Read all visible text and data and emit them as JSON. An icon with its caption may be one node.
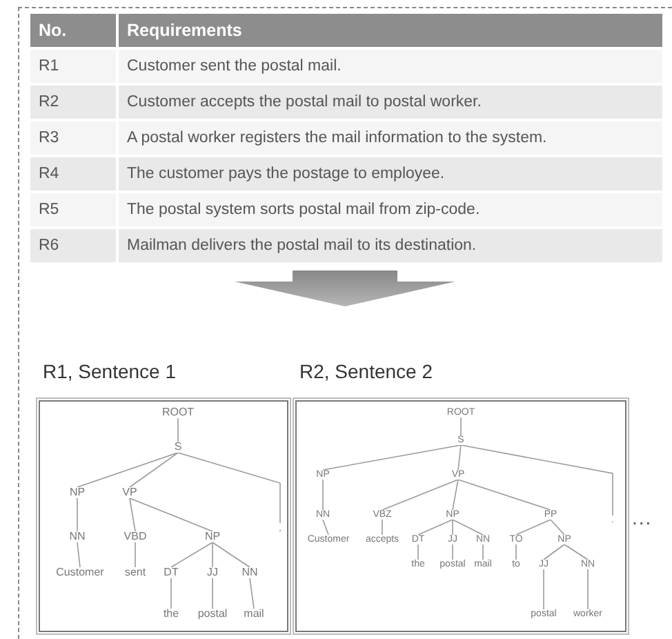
{
  "diagram": {
    "nodes": [
      {
        "text": [
          "R1, Sentence 1"
        ]
      },
      {
        "text": [
          "ROOT"
        ],
        "in": 0
      },
      {
        "text": [
          "S"
        ],
        "in": 0
      },
      {
        "text": [
          "NP"
        ],
        "in": 0
      },
      {
        "text": [
          "VP"
        ],
        "in": 0
      },
      {
        "text": [
          "."
        ],
        "in": 0
      },
      {
        "text": [
          "NN"
        ],
        "in": 0
      },
      {
        "text": [
          "VBD"
        ],
        "in": 0
      },
      {
        "text": [
          "NP"
        ],
        "in": 0
      },
      {
        "text": [
          "Customer"
        ],
        "in": 0
      },
      {
        "text": [
          "sent"
        ],
        "in": 0
      },
      {
        "text": [
          "DT"
        ],
        "in": 0
      },
      {
        "text": [
          "JJ"
        ],
        "in": 0
      },
      {
        "text": [
          "NN"
        ],
        "in": 0
      },
      {
        "text": [
          "the"
        ],
        "in": 0
      },
      {
        "text": [
          "postal"
        ],
        "in": 0
      },
      {
        "text": [
          "mail"
        ],
        "in": 0
      },
      {
        "text": [
          "R2, Sentence 2"
        ]
      },
      {
        "text": [
          "ROOT"
        ],
        "in": 17
      },
      {
        "text": [
          "S"
        ],
        "in": 17
      },
      {
        "text": [
          "NP"
        ],
        "in": 17
      },
      {
        "text": [
          "VP"
        ],
        "in": 17
      },
      {
        "text": [
          "."
        ],
        "in": 17
      },
      {
        "text": [
          "NN"
        ],
        "in": 17
      },
      {
        "text": [
          "VBZ"
        ],
        "in": 17
      },
      {
        "text": [
          "NP"
        ],
        "in": 17
      },
      {
        "text": [
          "PP"
        ],
        "in": 17
      },
      {
        "text": [
          "Customer"
        ],
        "in": 17
      },
      {
        "text": [
          "accepts"
        ],
        "in": 17
      },
      {
        "text": [
          "DT"
        ],
        "in": 17
      },
      {
        "text": [
          "JJ"
        ],
        "in": 17
      },
      {
        "text": [
          "NN"
        ],
        "in": 17
      },
      {
        "text": [
          "TO"
        ],
        "in": 17
      },
      {
        "text": [
          "NP"
        ],
        "in": 17
      },
      {
        "text": [
          "the"
        ],
        "in": 17
      },
      {
        "text": [
          "postal"
        ],
        "in": 17
      },
      {
        "text": [
          "mail"
        ],
        "in": 17
      },
      {
        "text": [
          "to"
        ],
        "in": 17
      },
      {
        "text": [
          "JJ"
        ],
        "in": 17
      },
      {
        "text": [
          "NN"
        ],
        "in": 17
      },
      {
        "text": [
          "postal"
        ],
        "in": 17
      },
      {
        "text": [
          "worker"
        ],
        "in": 17
      }
    ],
    "edges": [
      {
        "from": 1,
        "to": 2,
        "arrow": "none"
      },
      {
        "from": 2,
        "to": 3,
        "arrow": "none"
      },
      {
        "from": 2,
        "to": 4,
        "arrow": "none"
      },
      {
        "from": 2,
        "to": 5,
        "arrow": "none"
      },
      {
        "from": 3,
        "to": 6,
        "arrow": "none"
      },
      {
        "from": 4,
        "to": 7,
        "arrow": "none"
      },
      {
        "from": 4,
        "to": 8,
        "arrow": "none"
      },
      {
        "from": 6,
        "to": 9,
        "arrow": "none"
      },
      {
        "from": 7,
        "to": 10,
        "arrow": "none"
      },
      {
        "from": 8,
        "to": 11,
        "arrow": "none"
      },
      {
        "from": 8,
        "to": 12,
        "arrow": "none"
      },
      {
        "from": 8,
        "to": 13,
        "arrow": "none"
      },
      {
        "from": 11,
        "to": 14,
        "arrow": "none"
      },
      {
        "from": 12,
        "to": 15,
        "arrow": "none"
      },
      {
        "from": 13,
        "to": 16,
        "arrow": "none"
      },
      {
        "from": 18,
        "to": 19,
        "arrow": "none"
      },
      {
        "from": 19,
        "to": 20,
        "arrow": "none"
      },
      {
        "from": 19,
        "to": 21,
        "arrow": "none"
      },
      {
        "from": 19,
        "to": 22,
        "arrow": "none"
      },
      {
        "from": 20,
        "to": 23,
        "arrow": "none"
      },
      {
        "from": 21,
        "to": 24,
        "arrow": "none"
      },
      {
        "from": 21,
        "to": 25,
        "arrow": "none"
      },
      {
        "from": 21,
        "to": 26,
        "arrow": "none"
      },
      {
        "from": 23,
        "to": 27,
        "arrow": "none"
      },
      {
        "from": 24,
        "to": 28,
        "arrow": "none"
      },
      {
        "from": 25,
        "to": 29,
        "arrow": "none"
      },
      {
        "from": 25,
        "to": 30,
        "arrow": "none"
      },
      {
        "from": 25,
        "to": 31,
        "arrow": "none"
      },
      {
        "from": 26,
        "to": 32,
        "arrow": "none"
      },
      {
        "from": 26,
        "to": 33,
        "arrow": "none"
      },
      {
        "from": 29,
        "to": 34,
        "arrow": "none"
      },
      {
        "from": 30,
        "to": 35,
        "arrow": "none"
      },
      {
        "from": 31,
        "to": 36,
        "arrow": "none"
      },
      {
        "from": 32,
        "to": 37,
        "arrow": "none"
      },
      {
        "from": 33,
        "to": 38,
        "arrow": "none"
      },
      {
        "from": 33,
        "to": 39,
        "arrow": "none"
      },
      {
        "from": 38,
        "to": 40,
        "arrow": "none"
      },
      {
        "from": 39,
        "to": 41,
        "arrow": "none"
      }
    ],
    "labels": [
      "No.",
      "Requirements",
      "R1",
      "Customer sent the postal mail.",
      "R2",
      "Customer accepts the postal mail to postal worker.",
      "R3",
      "A postal worker registers the mail information to the system.",
      "R4",
      "The customer pays the postage to employee.",
      "R5",
      "The postal system sorts postal mail from zip-code.",
      "R6",
      "Mailman delivers the postal mail to its destination.",
      "..."
    ]
  }
}
